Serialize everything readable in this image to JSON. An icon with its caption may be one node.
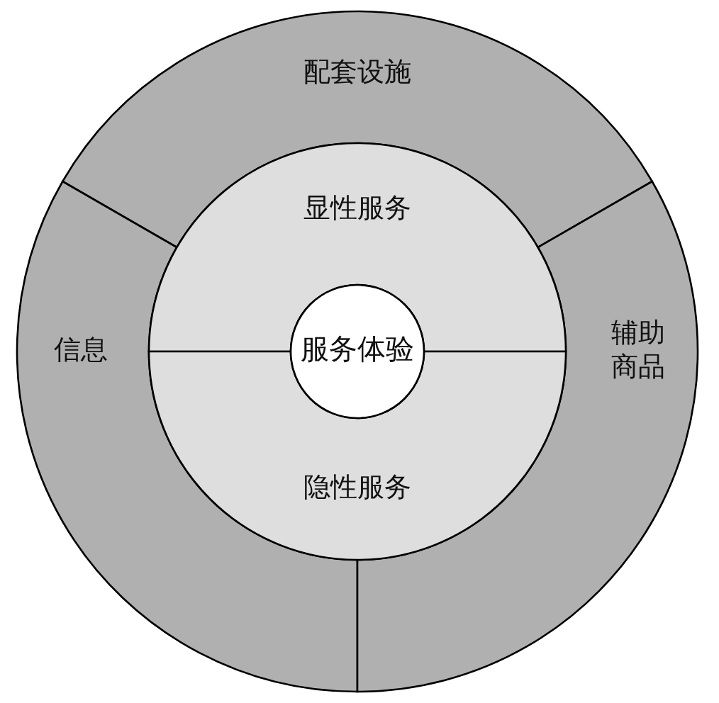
{
  "diagram": {
    "nodes": [
      {
        "text": [
          "配套设施"
        ]
      },
      {
        "text": [
          "信息"
        ]
      },
      {
        "text": [
          "辅助商品"
        ]
      },
      {
        "text": [
          "显性服务"
        ]
      },
      {
        "text": [
          "隐性服务"
        ]
      },
      {
        "text": [
          "服务体验"
        ]
      }
    ]
  }
}
